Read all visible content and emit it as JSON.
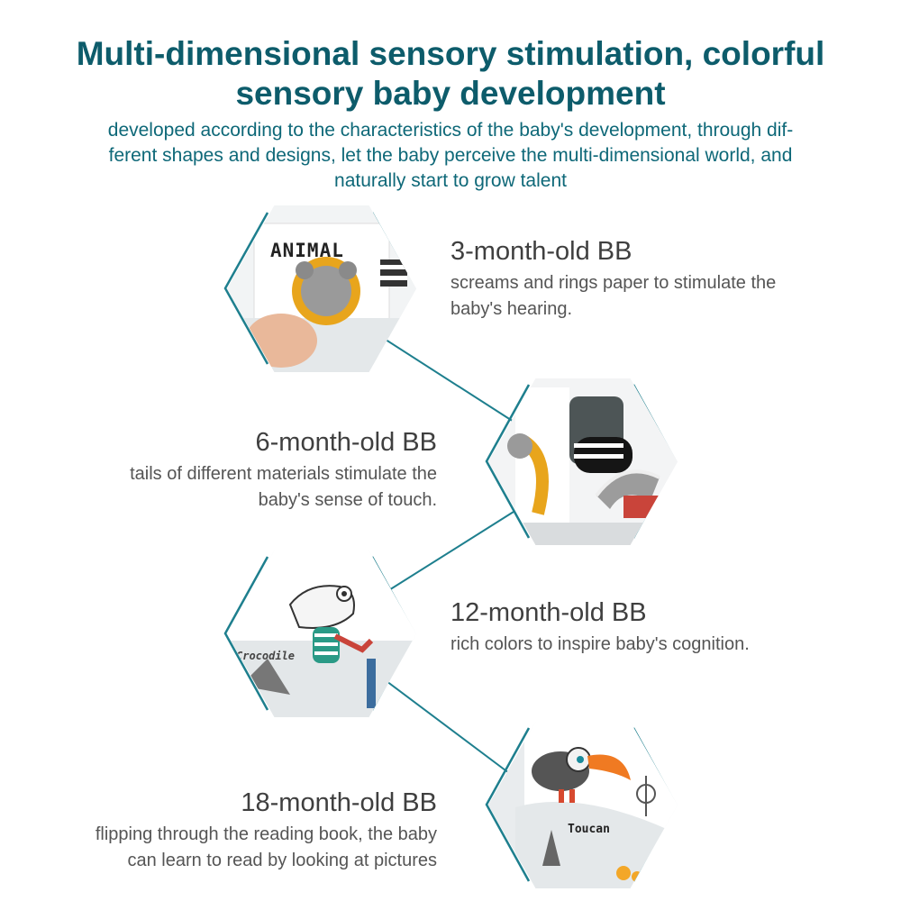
{
  "header": {
    "title_line1": "Multi-dimensional sensory stimulation, colorful",
    "title_line2": "sensory baby development",
    "subtitle_line1": "developed according to the characteristics of the baby's development, through dif-",
    "subtitle_line2": "ferent shapes and designs, let the baby perceive the multi-dimensional world, and",
    "subtitle_line3": "naturally start to grow talent"
  },
  "stages": [
    {
      "heading": "3-month-old BB",
      "line1": "screams and rings paper to stimulate the",
      "line2": "baby's hearing.",
      "book_label": "ANIMAL"
    },
    {
      "heading": "6-month-old BB",
      "line1": "tails of different materials stimulate the",
      "line2": "baby's sense of touch."
    },
    {
      "heading": "12-month-old BB",
      "line1": "rich colors to inspire baby's cognition.",
      "book_label": "Crocodile"
    },
    {
      "heading": "18-month-old BB",
      "line1": "flipping through the reading book, the baby",
      "line2": "can learn to read by looking at pictures",
      "book_label": "Toucan"
    }
  ],
  "colors": {
    "title": "#0d5c6b",
    "accent": "#1e7f8e",
    "text": "#444444"
  }
}
